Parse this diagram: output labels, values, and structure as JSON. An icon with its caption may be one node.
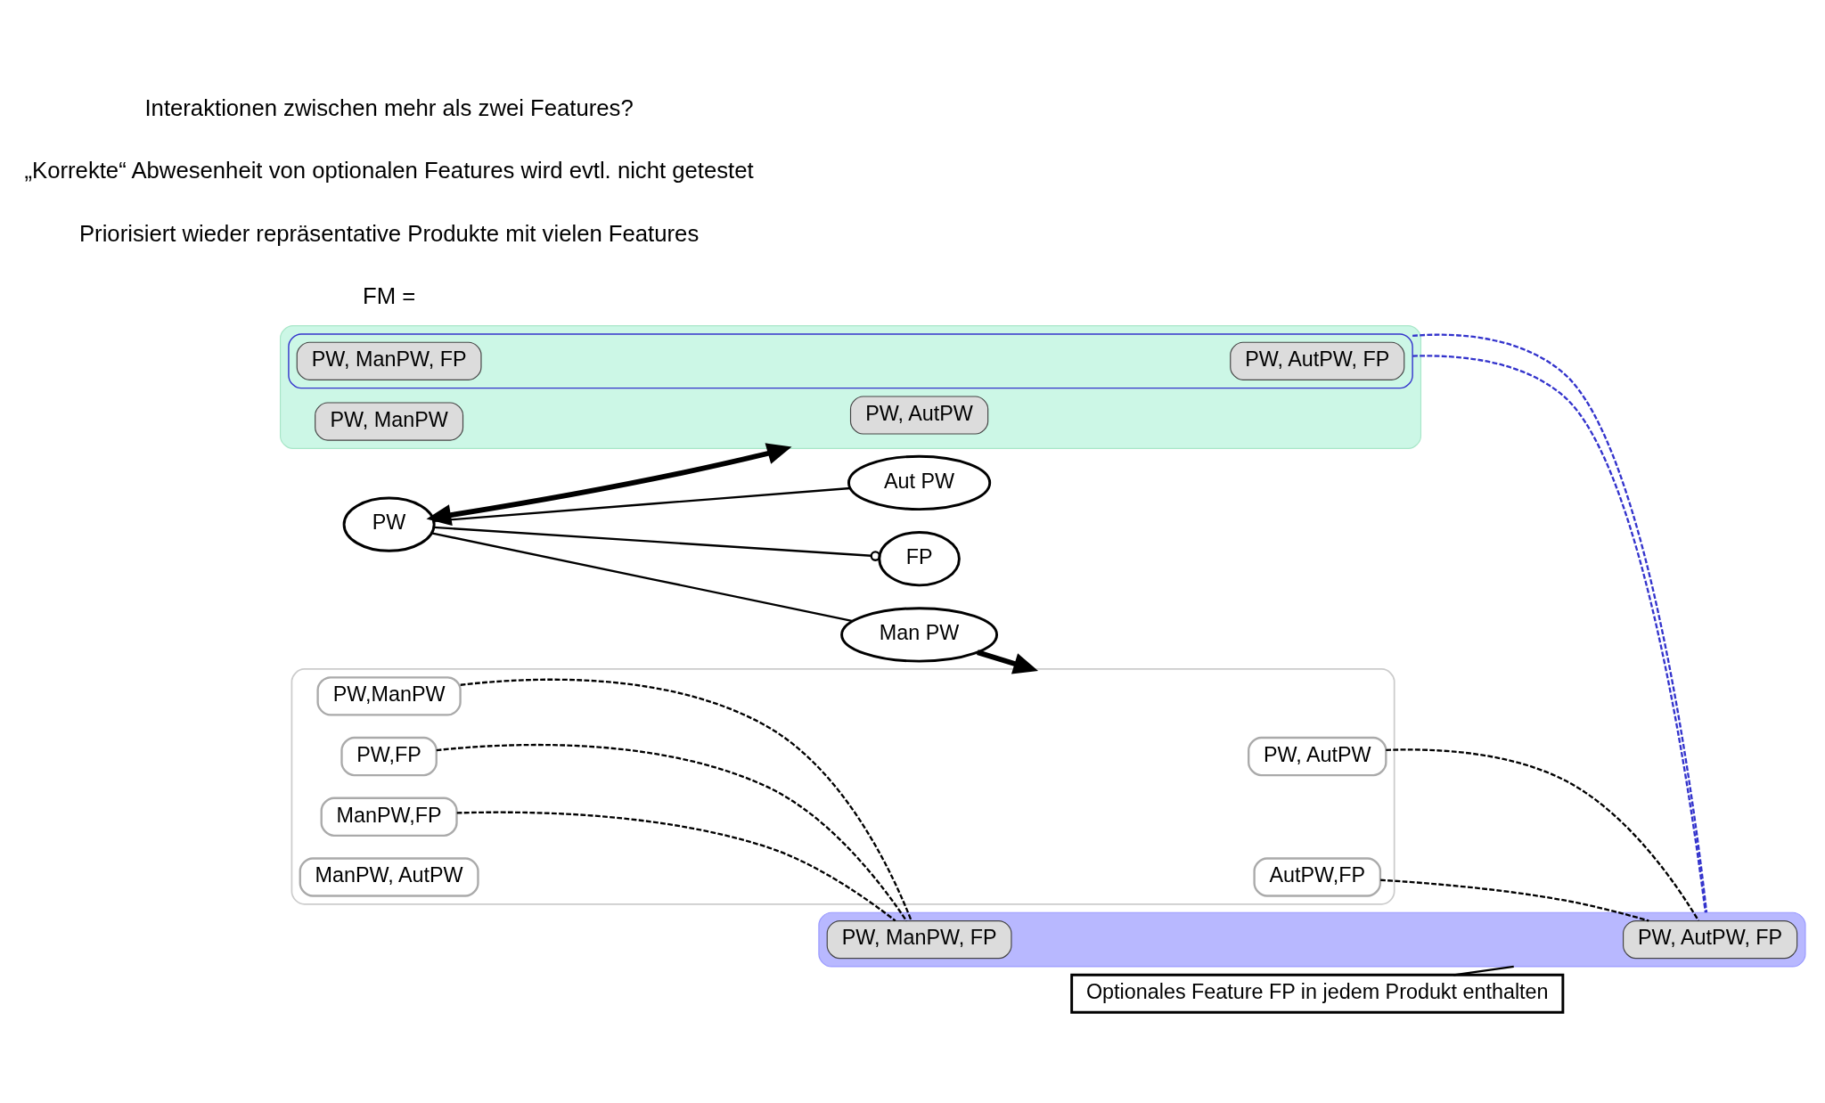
{
  "diagram": {
    "nodes": [
      {
        "text": [
          "PW"
        ]
      },
      {
        "text": [
          "Aut PW"
        ]
      },
      {
        "text": [
          "Man PW"
        ]
      },
      {
        "text": [
          "FP"
        ]
      },
      {
        "text": [],
        "shape": "cloud"
      },
      {
        "text": [
          "PW, AutPW"
        ],
        "in": 4
      },
      {
        "text": [
          "PW,ManPW"
        ],
        "in": 4
      },
      {
        "text": [
          "PW,FP"
        ],
        "in": 4
      },
      {
        "text": [
          "ManPW,FP"
        ],
        "in": 4
      },
      {
        "text": [
          "AutPW,FP"
        ],
        "in": 4
      },
      {
        "text": [
          "ManPW, AutPW"
        ],
        "in": 4
      },
      {
        "text": [],
        "shape": "cloud"
      },
      {
        "text": [
          "PW, AutPW"
        ],
        "in": 11
      },
      {
        "text": [
          "PW, ManPW"
        ],
        "in": 11
      },
      {
        "text": [],
        "shape": "cloud",
        "in": 11
      },
      {
        "text": [
          "PW, AutPW, FP"
        ],
        "in": 14
      },
      {
        "text": [
          "PW, ManPW, FP"
        ],
        "in": 14
      },
      {
        "text": [],
        "shape": "cloud"
      },
      {
        "text": [
          "PW, AutPW, FP"
        ],
        "in": 17
      },
      {
        "text": [
          "PW, ManPW, FP"
        ],
        "in": 17
      },
      {
        "text": [
          "Optionales Feature FP in jedem Produkt enthalten"
        ]
      }
    ],
    "edges": [
      {
        "from": 0,
        "to": 1,
        "arrow": "none"
      },
      {
        "from": 0,
        "to": 2,
        "arrow": "none"
      },
      {
        "from": 0,
        "to": 3,
        "arrow": "other"
      },
      {
        "from": 0,
        "to": 11,
        "arrow": "both",
        "style": "thick"
      },
      {
        "from": 2,
        "to": 4,
        "arrow": "to",
        "style": "thick"
      },
      {
        "from": 5,
        "to": 18,
        "arrow": "none",
        "style": "dashed"
      },
      {
        "from": 6,
        "to": 19,
        "arrow": "none",
        "style": "dashed"
      },
      {
        "from": 7,
        "to": 19,
        "arrow": "none",
        "style": "dashed"
      },
      {
        "from": 8,
        "to": 19,
        "arrow": "none",
        "style": "dashed"
      },
      {
        "from": 9,
        "to": 18,
        "arrow": "none",
        "style": "dashed"
      },
      {
        "from": 14,
        "to": 17,
        "arrow": "none",
        "style": "dashed",
        "color": "#3333cc"
      },
      {
        "from": 14,
        "to": 17,
        "arrow": "none",
        "style": "dashed",
        "color": "#3333cc"
      },
      {
        "from": 20,
        "to": 17,
        "arrow": "none"
      }
    ],
    "labels": [
      "FM =",
      "Priorisiert wieder repräsentative Produkte mit vielen Features",
      "„Korrekte“ Abwesenheit von optionalen Features wird evtl. nicht getestet",
      "Interaktionen zwischen mehr als zwei Features?"
    ]
  }
}
